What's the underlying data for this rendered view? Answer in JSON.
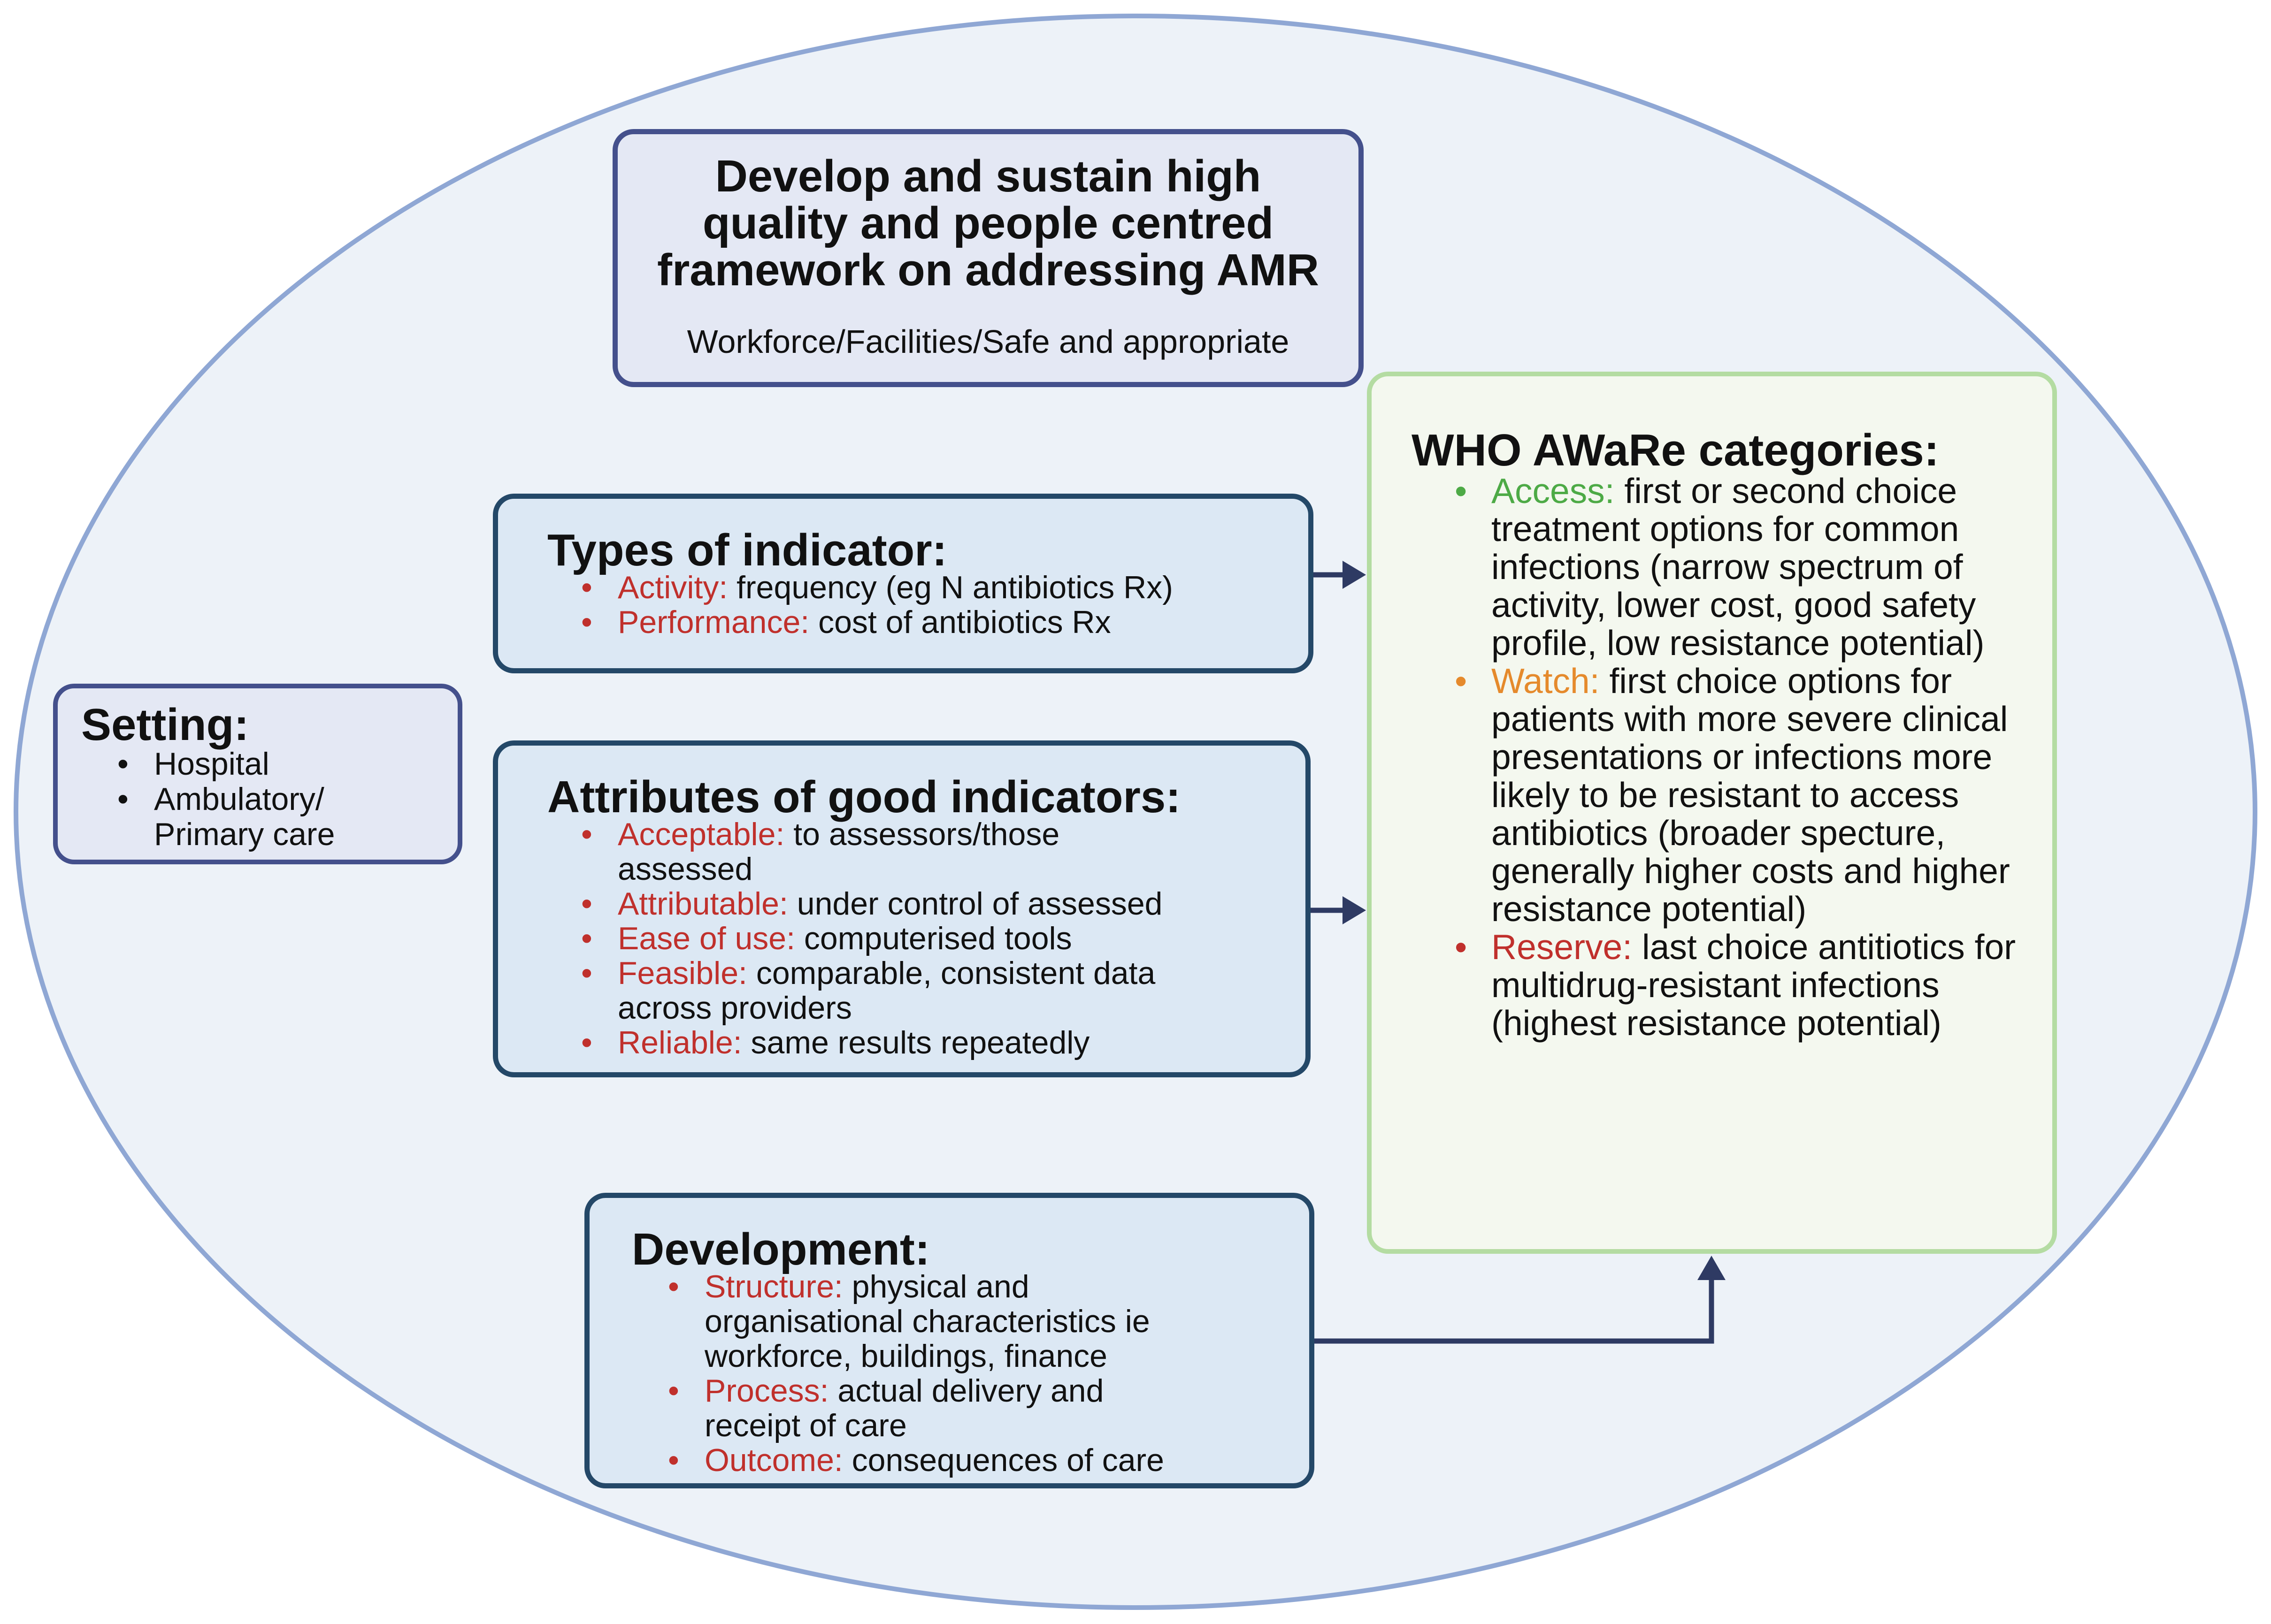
{
  "colors": {
    "outer_ellipse_fill": "#edf2f8",
    "outer_ellipse_stroke": "#8fa7d4",
    "neutral_box_fill": "#e4e8f4",
    "neutral_box_stroke": "#44508c",
    "blue_box_fill": "#dce8f4",
    "blue_box_stroke": "#244868",
    "aware_box_fill": "#f4f8ef",
    "aware_box_stroke": "#b4dca2",
    "arrow": "#2e3a63",
    "term_red": "#c0302c",
    "access_green": "#4daa46",
    "watch_orange": "#e58a2c"
  },
  "goal": {
    "title_lines": [
      "Develop and sustain high",
      "quality and people centred",
      "framework on addressing AMR"
    ],
    "subtitle": "Workforce/Facilities/Safe and appropriate"
  },
  "setting": {
    "title": "Setting:",
    "items": [
      {
        "text": "Hospital"
      },
      {
        "text_lines": [
          "Ambulatory/",
          "Primary care"
        ]
      }
    ]
  },
  "types": {
    "title": "Types of indicator:",
    "items": [
      {
        "term": "Activity:",
        "text": " frequency (eg N antibiotics Rx)"
      },
      {
        "term": "Performance:",
        "text": " cost of antibiotics Rx"
      }
    ]
  },
  "attributes": {
    "title": "Attributes of good indicators:",
    "items": [
      {
        "term": "Acceptable:",
        "text": " to assessors/those assessed"
      },
      {
        "term": "Attributable:",
        "text": " under control of assessed"
      },
      {
        "term": "Ease of use:",
        "text": " computerised tools"
      },
      {
        "term": "Feasible:",
        "text": " comparable, consistent data across providers"
      },
      {
        "term": "Reliable:",
        "text": " same results repeatedly"
      }
    ]
  },
  "development": {
    "title": "Development:",
    "items": [
      {
        "term": "Structure:",
        "text": " physical and organisational characteristics ie workforce, buildings, finance"
      },
      {
        "term": "Process:",
        "text": " actual delivery and receipt of care"
      },
      {
        "term": "Outcome:",
        "text": " consequences of care"
      }
    ]
  },
  "aware": {
    "title": "WHO AWaRe categories:",
    "items": [
      {
        "term": "Access:",
        "text": " first or second choice treatment options for common infections (narrow spectrum of activity, lower cost, good safety profile, low resistance potential)"
      },
      {
        "term": "Watch:",
        "text": " first choice options for patients with more severe clinical presentations or infections more likely to be resistant to access antibiotics (broader specture, generally higher costs and higher resistance potential)"
      },
      {
        "term": "Reserve:",
        "text": " last choice antitiotics for multidrug-resistant infections (highest resistance potential)"
      }
    ]
  }
}
